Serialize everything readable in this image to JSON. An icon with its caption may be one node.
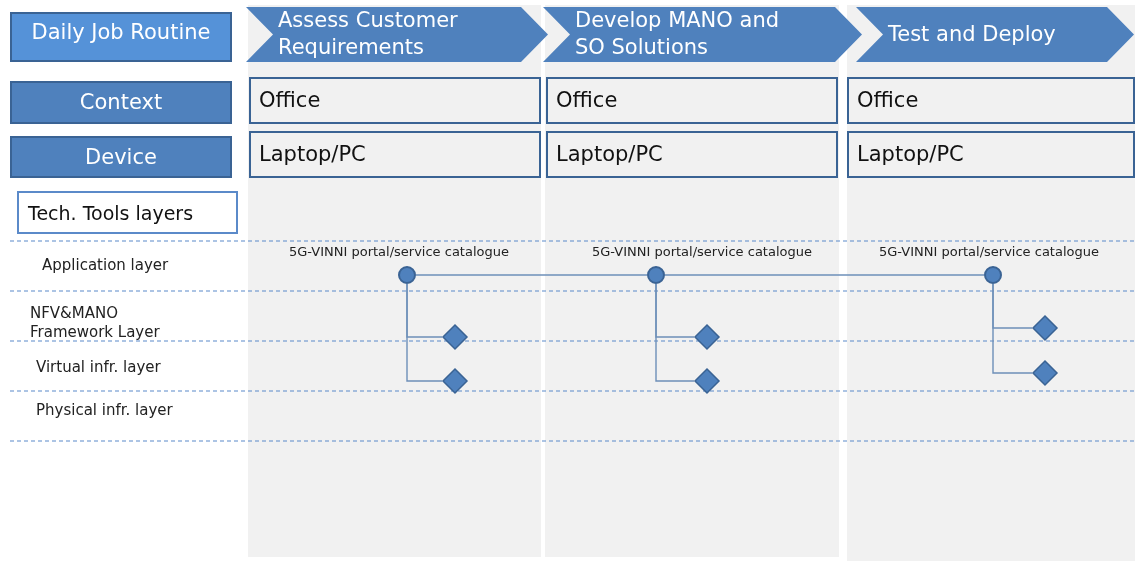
{
  "diagram": {
    "nodes": [
      {
        "text": [
          "Daily Job Routine"
        ]
      },
      {
        "text": [
          "Assess Customer Requirements"
        ]
      },
      {
        "text": [
          "Develop MANO and SO Solutions"
        ]
      },
      {
        "text": [
          "Test and Deploy"
        ]
      },
      {
        "text": [
          "Context"
        ]
      },
      {
        "text": [
          "Device"
        ]
      },
      {
        "text": [
          "Office"
        ]
      },
      {
        "text": [
          "Office"
        ]
      },
      {
        "text": [
          "Office"
        ]
      },
      {
        "text": [
          "Laptop/PC"
        ]
      },
      {
        "text": [
          "Laptop/PC"
        ]
      },
      {
        "text": [
          "Laptop/PC"
        ]
      },
      {
        "text": [
          "Tech. Tools layers"
        ]
      },
      {
        "text": [],
        "shape": "circle",
        "beside": [
          "5G-VINNI portal/service catalogue"
        ]
      },
      {
        "text": [],
        "shape": "diamond"
      },
      {
        "text": [],
        "shape": "diamond"
      },
      {
        "text": [],
        "shape": "circle",
        "beside": [
          "5G-VINNI portal/service catalogue"
        ]
      },
      {
        "text": [],
        "shape": "diamond"
      },
      {
        "text": [],
        "shape": "diamond"
      },
      {
        "text": [],
        "shape": "circle",
        "beside": [
          "5G-VINNI portal/service catalogue"
        ]
      },
      {
        "text": [],
        "shape": "diamond"
      },
      {
        "text": [],
        "shape": "diamond"
      }
    ],
    "edges": [
      {
        "from": 13,
        "to": 16,
        "arrow": "none"
      },
      {
        "from": 16,
        "to": 19,
        "arrow": "none"
      },
      {
        "from": 13,
        "to": 14,
        "arrow": "none"
      },
      {
        "from": 13,
        "to": 15,
        "arrow": "none"
      },
      {
        "from": 16,
        "to": 17,
        "arrow": "none"
      },
      {
        "from": 16,
        "to": 18,
        "arrow": "none"
      },
      {
        "from": 19,
        "to": 20,
        "arrow": "none"
      },
      {
        "from": 19,
        "to": 21,
        "arrow": "none"
      }
    ],
    "labels": [
      "Application layer",
      "NFV&MANO Framework Layer",
      "Virtual infr. layer",
      "Physical infr. layer"
    ]
  }
}
